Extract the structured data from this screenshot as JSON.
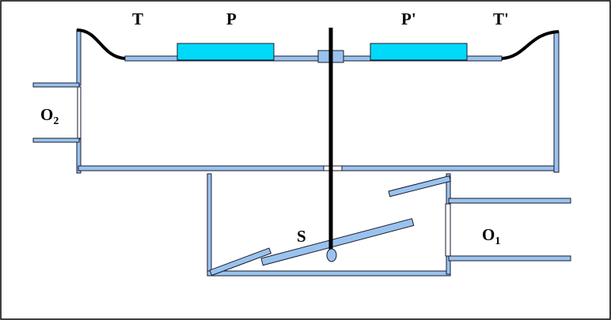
{
  "colors": {
    "tube": "#99c3ee",
    "tube_outline": "#1a1a2e",
    "piston": "#00d9f9",
    "membrane": "#000000",
    "background": "#ffffff",
    "border": "#000000"
  },
  "labels": {
    "T": "T",
    "P": "P",
    "P_prime": "P'",
    "T_prime": "T'",
    "O2_main": "O",
    "O2_sub": "2",
    "O1_main": "O",
    "O1_sub": "1",
    "S": "S"
  }
}
